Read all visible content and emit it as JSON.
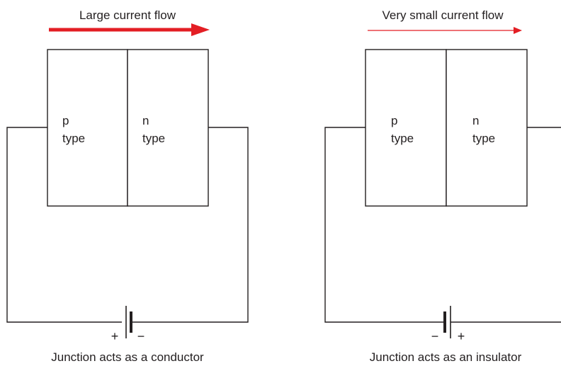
{
  "left_panel": {
    "flow_label": "Large current flow",
    "p_region": {
      "line1": "p",
      "line2": "type"
    },
    "n_region": {
      "line1": "n",
      "line2": "type"
    },
    "battery": {
      "left_sign": "+",
      "right_sign": "−"
    },
    "caption": "Junction acts as a conductor",
    "arrow_color": "#e31e24"
  },
  "right_panel": {
    "flow_label": "Very small current flow",
    "p_region": {
      "line1": "p",
      "line2": "type"
    },
    "n_region": {
      "line1": "n",
      "line2": "type"
    },
    "battery": {
      "left_sign": "−",
      "right_sign": "+"
    },
    "caption": "Junction acts as an insulator",
    "arrow_color": "#e31e24"
  }
}
